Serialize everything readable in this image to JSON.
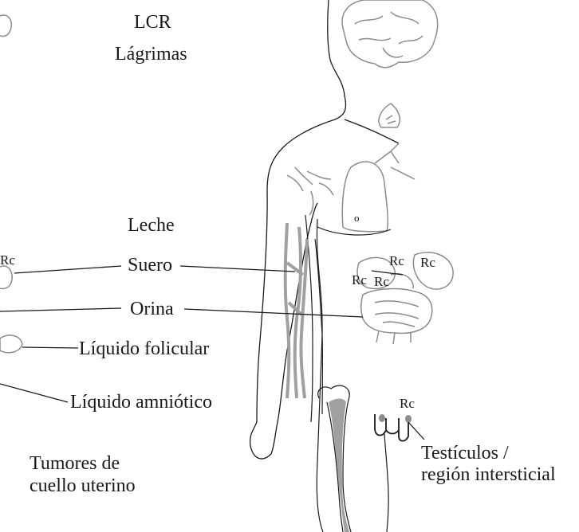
{
  "labels": {
    "lcr": "LCR",
    "lagrimas": "Lágrimas",
    "leche": "Leche",
    "suero": "Suero",
    "orina": "Orina",
    "liquido_folicular": "Líquido folicular",
    "liquido_amniotico": "Líquido amniótico",
    "tumores_line1": "Tumores de",
    "tumores_line2": "cuello uterino",
    "testiculos_line1": "Testículos /",
    "testiculos_line2": "región intersticial"
  },
  "markers": {
    "rc": "Rc",
    "dot_symbol": "o"
  },
  "colors": {
    "outline": "#1a1a1a",
    "organ_gray": "#8c8c8c",
    "vessel_gray": "#a0a0a0"
  }
}
